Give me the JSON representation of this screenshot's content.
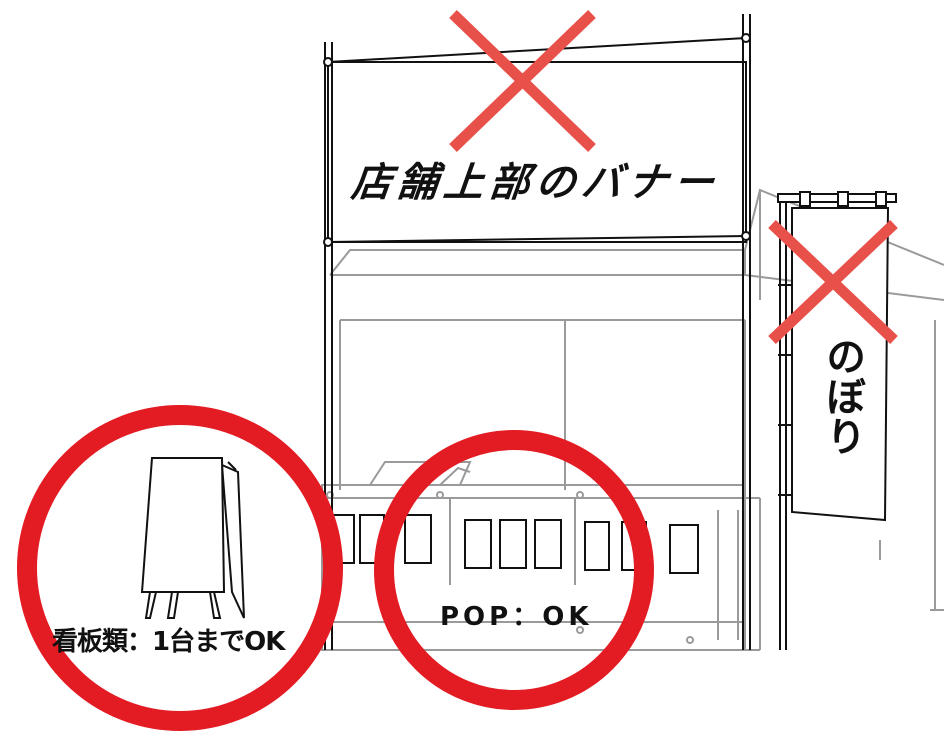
{
  "labels": {
    "banner": "店舗上部のバナー",
    "nobori": "のぼり",
    "signboard": "看板類：1台までOK",
    "pop": "POP：OK"
  },
  "marks": {
    "banner_status": "not-allowed",
    "nobori_status": "not-allowed",
    "signboard_status": "allowed",
    "pop_status": "allowed"
  },
  "colors": {
    "cross": "#e8504a",
    "circle": "#e31b23",
    "line": "#111111",
    "faint": "#9a9a9a"
  },
  "icons": [
    "cross-mark-icon",
    "circle-mark-icon",
    "a-frame-sign-icon"
  ]
}
